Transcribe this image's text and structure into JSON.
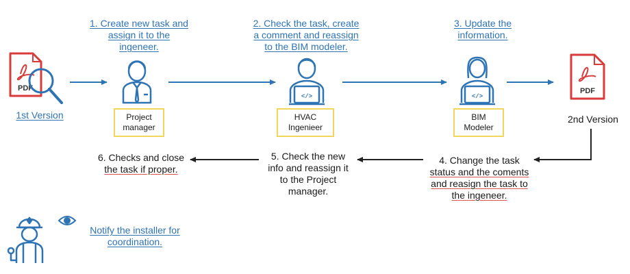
{
  "steps": {
    "s1": [
      "1. Create new task and",
      "assign it to the",
      "ingeneer."
    ],
    "s2": [
      "2. Check the task, create",
      "a comment and reassign",
      "to the BIM modeler."
    ],
    "s3": [
      "3. Update the",
      "information."
    ],
    "s4": [
      "4. Change the task",
      "status and the coments",
      "and reasign the task to",
      "the ingeneer."
    ],
    "s5": [
      "5. Check the new",
      "info and reassign it",
      "to the Project",
      "manager."
    ],
    "s6": [
      "6. Checks and close",
      "the task if proper."
    ]
  },
  "roles": {
    "pm": [
      "Project",
      "manager"
    ],
    "hvac": [
      "HVAC",
      "Ingenieer"
    ],
    "bim": [
      "BIM",
      "Modeler"
    ]
  },
  "versions": {
    "first": "1st Version",
    "second": "2nd Version"
  },
  "pdf_label": "PDF",
  "notify": [
    "Notify the installer for",
    "coordination."
  ],
  "colors": {
    "accent": "#2E74B5",
    "pdf_red": "#D93A3A",
    "box_border": "#F2D55B",
    "arrow_dark": "#222222"
  },
  "icons": {
    "pdf1": "pdf-file-with-magnifier-icon",
    "pdf2": "pdf-file-icon",
    "pm": "manager-avatar-icon",
    "hvac": "engineer-laptop-icon",
    "bim": "modeler-laptop-icon",
    "installer": "installer-worker-icon",
    "eye": "eye-icon"
  }
}
